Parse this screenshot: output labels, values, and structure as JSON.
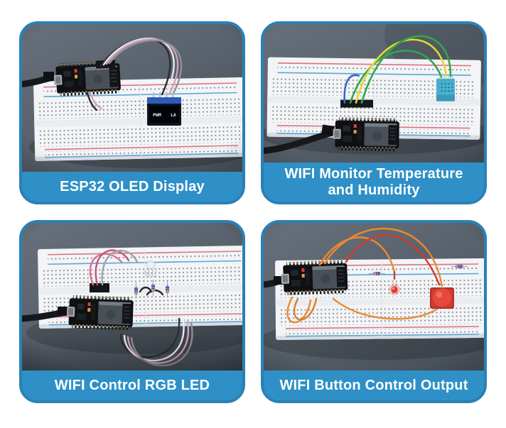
{
  "theme": {
    "page_background": "#ffffff",
    "panel_border": "#2b80b5",
    "caption_background": "#2e90c6",
    "caption_text": "#ffffff",
    "photo_background": "#59626c",
    "breadboard_color": "#f2f4f6",
    "esp32_board_color": "#0e1013"
  },
  "projects": [
    {
      "id": "esp32-oled-display",
      "caption": "ESP32 OLED Display",
      "oled": {
        "left": "PWM",
        "right": "LA"
      }
    },
    {
      "id": "wifi-monitor-temperature-and-humidity",
      "caption": "WIFI Monitor Temperature and Humidity"
    },
    {
      "id": "wifi-control-rgb-led",
      "caption": "WIFI Control RGB LED"
    },
    {
      "id": "wifi-button-control-output",
      "caption": "WIFI Button Control Output"
    }
  ]
}
